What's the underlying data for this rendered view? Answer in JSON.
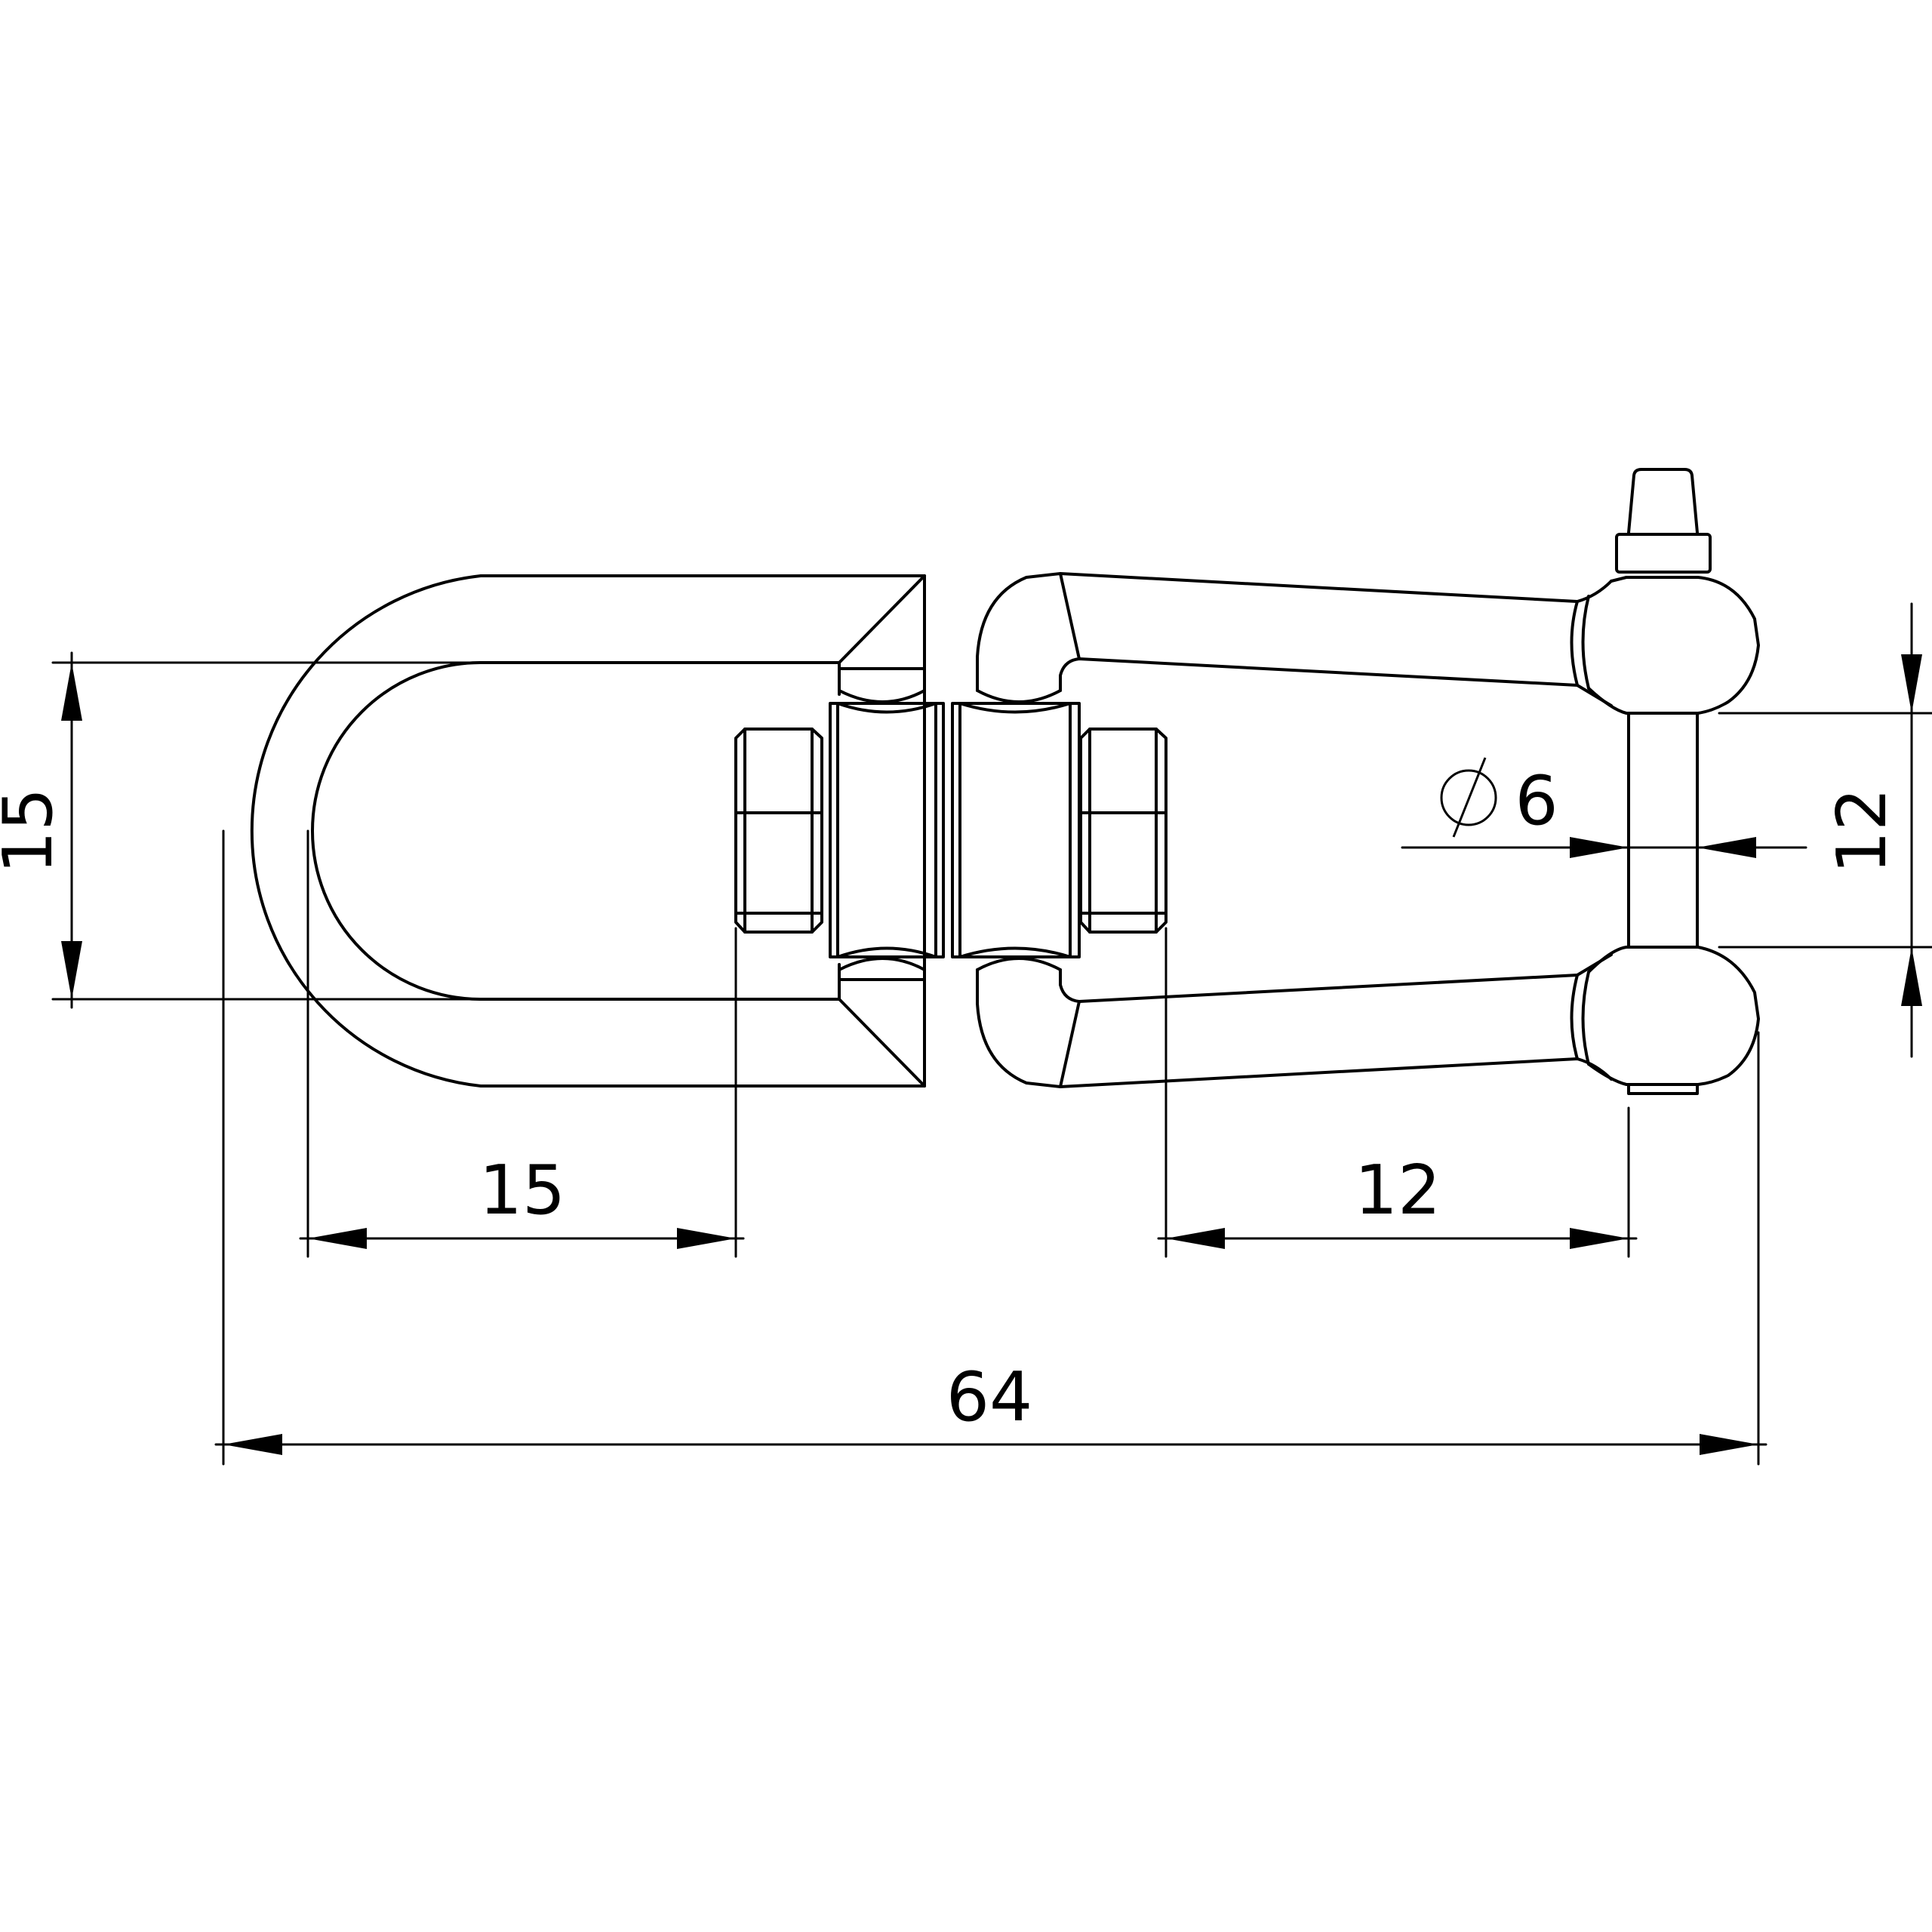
{
  "drawing": {
    "subject": "swivel with shackle",
    "units": "mm"
  },
  "dimensions": {
    "overall_length": "64",
    "eye_inner_width": "15",
    "eye_depth": "15",
    "jaw_inner_length": "12",
    "jaw_opening": "12",
    "pin_diameter_symbol": "⌀",
    "pin_diameter": "6"
  }
}
